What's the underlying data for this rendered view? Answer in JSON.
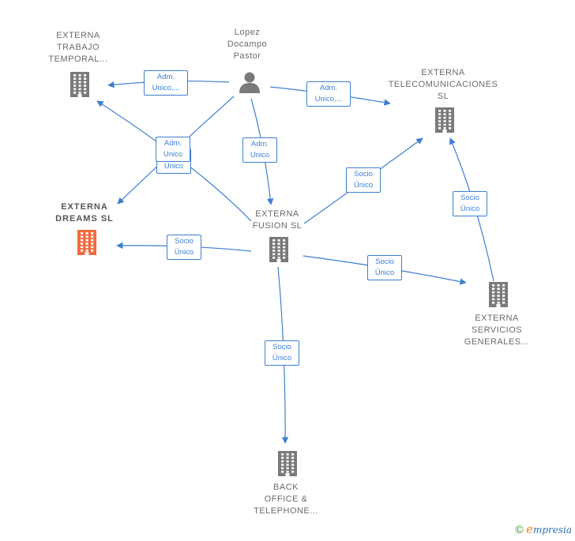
{
  "colors": {
    "edge": "#3d7fd0",
    "building": "#7a7a7a",
    "focus_building": "#f26a3d",
    "person": "#7a7a7a",
    "text": "#6b6b6b"
  },
  "nodes": [
    {
      "id": "trabajo",
      "label": "EXTERNA\nTRABAJO\nTEMPORAL...",
      "icon": "building-icon"
    },
    {
      "id": "lopez",
      "label": "Lopez\nDocampo\nPastor",
      "icon": "person-icon"
    },
    {
      "id": "telecom",
      "label": "EXTERNA\nTELECOMUNICACIONES\nSL",
      "icon": "building-icon"
    },
    {
      "id": "dreams",
      "label": "EXTERNA\nDREAMS SL",
      "icon": "building-icon",
      "focus": true
    },
    {
      "id": "fusion",
      "label": "EXTERNA\nFUSION SL",
      "icon": "building-icon"
    },
    {
      "id": "servicios",
      "label": "EXTERNA\nSERVICIOS\nGENERALES...",
      "icon": "building-icon"
    },
    {
      "id": "backoffice",
      "label": "BACK\nOFFICE &\nTELEPHONE...",
      "icon": "building-icon"
    }
  ],
  "edges": [
    {
      "from": "lopez",
      "to": "trabajo",
      "label": "Adm.\nUnico,..."
    },
    {
      "from": "lopez",
      "to": "telecom",
      "label": "Adm.\nUnico,..."
    },
    {
      "from": "lopez",
      "to": "fusion",
      "label": "Adm.\nUnico"
    },
    {
      "from": "lopez",
      "to": "dreams",
      "label": "Adm.\nUnico"
    },
    {
      "from": "fusion",
      "to": "trabajo",
      "label": "Adm.\nUnico"
    },
    {
      "from": "fusion",
      "to": "dreams",
      "label": "Socio\nÚnico"
    },
    {
      "from": "fusion",
      "to": "telecom",
      "label": "Socio\nÚnico"
    },
    {
      "from": "fusion",
      "to": "servicios",
      "label": "Socio\nÚnico"
    },
    {
      "from": "servicios",
      "to": "telecom",
      "label": "Socio\nÚnico"
    },
    {
      "from": "fusion",
      "to": "backoffice",
      "label": "Socio\nÚnico"
    }
  ],
  "brand": {
    "copyright": "©",
    "first_letter": "e",
    "rest": "mpresia"
  }
}
